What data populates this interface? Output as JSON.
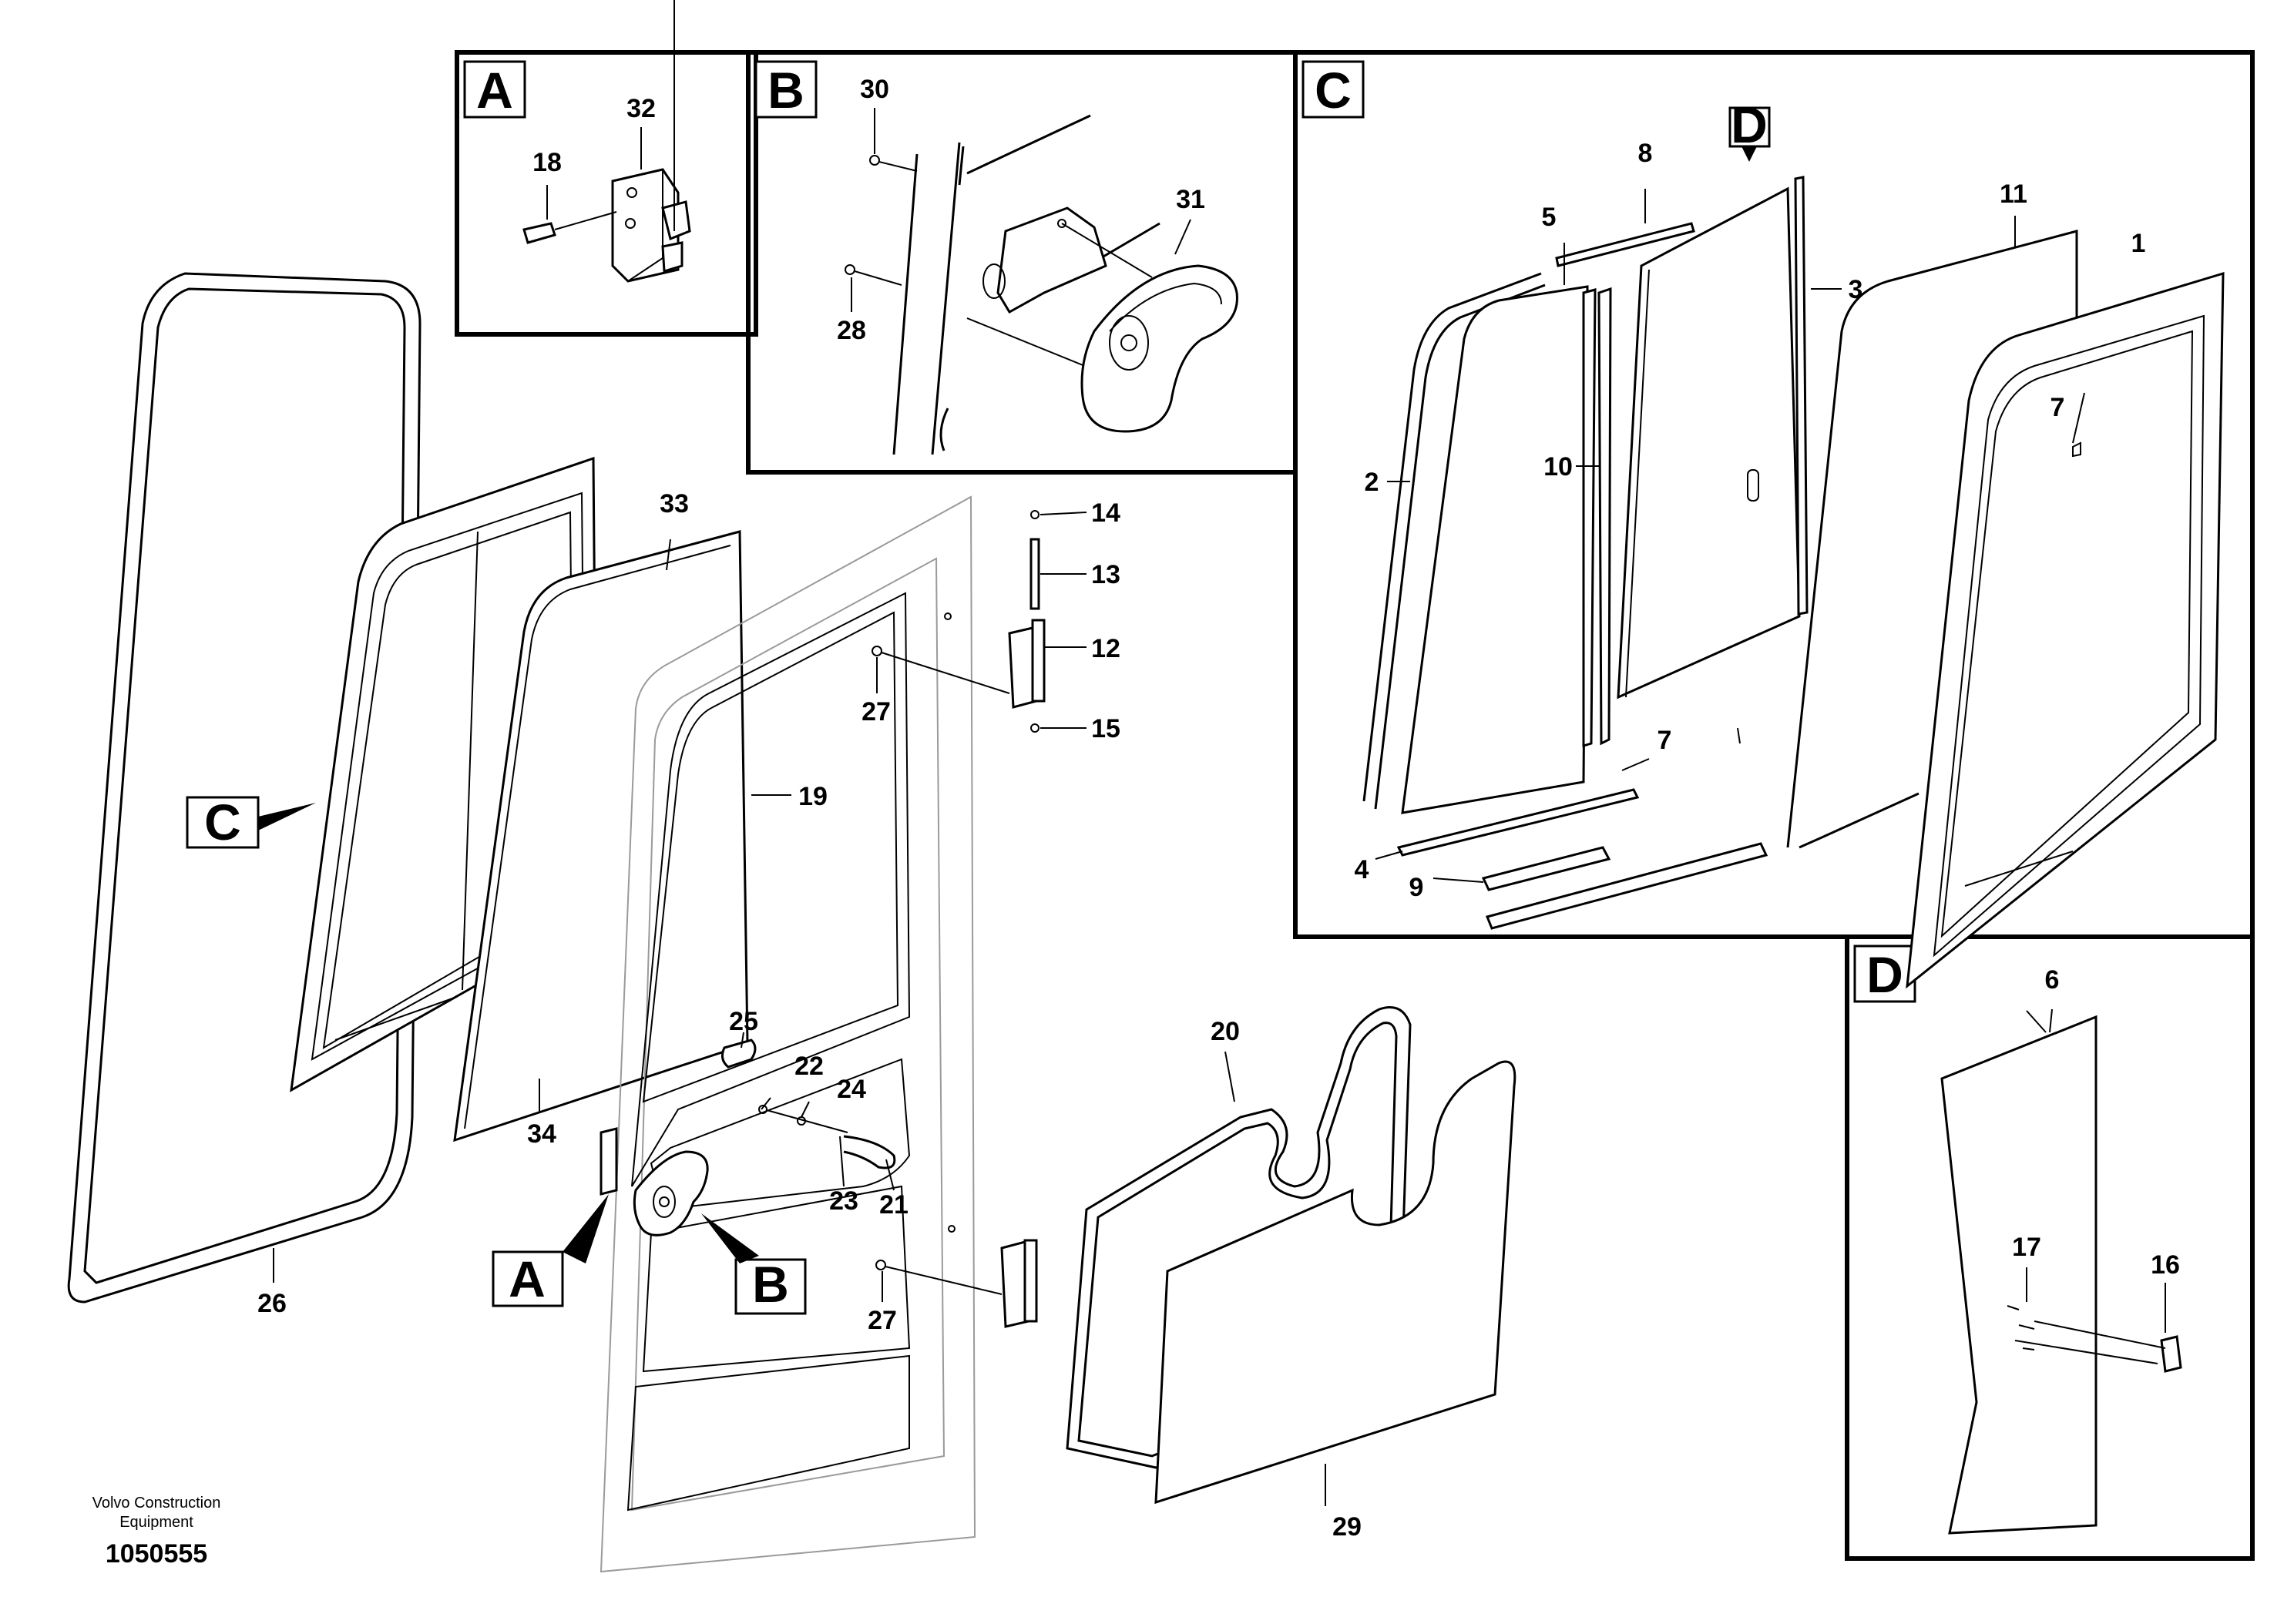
{
  "diagram": {
    "panel_labels": {
      "A": "A",
      "B": "B",
      "C": "C",
      "D": "D"
    },
    "callouts": {
      "p1": "1",
      "p2": "2",
      "p3": "3",
      "p4": "4",
      "p5": "5",
      "p6": "6",
      "p7a": "7",
      "p7b": "7",
      "p8": "8",
      "p9": "9",
      "p10": "10",
      "p11": "11",
      "p12": "12",
      "p13": "13",
      "p14": "14",
      "p15": "15",
      "p16": "16",
      "p17": "17",
      "p18": "18",
      "p19": "19",
      "p20": "20",
      "p21": "21",
      "p22": "22",
      "p23": "23",
      "p24": "24",
      "p25": "25",
      "p26": "26",
      "p27a": "27",
      "p27b": "27",
      "p28": "28",
      "p29": "29",
      "p30": "30",
      "p31": "31",
      "p32": "32",
      "p33": "33",
      "p34": "34"
    }
  },
  "footer": {
    "company_line1": "Volvo Construction",
    "company_line2": "Equipment",
    "doc_id": "1050555"
  }
}
